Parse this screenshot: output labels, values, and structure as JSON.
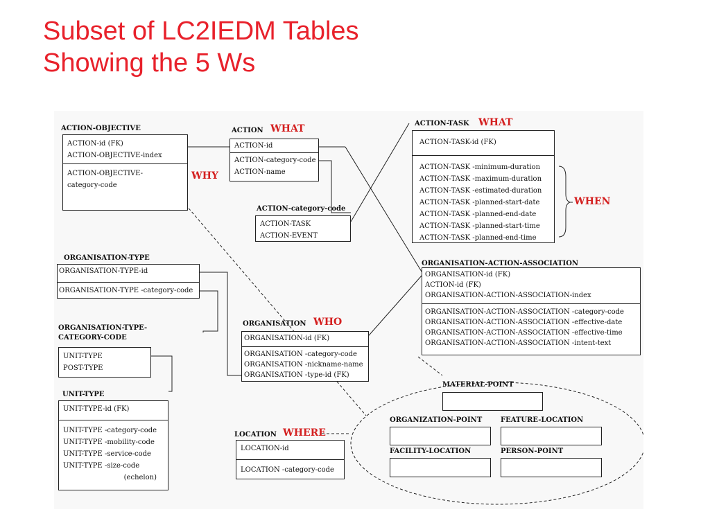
{
  "title": [
    "Subset of LC2IEDM Tables",
    "Showing the 5 Ws"
  ],
  "ws": {
    "what1": "WHAT",
    "what2": "WHAT",
    "why": "WHY",
    "when": "WHEN",
    "who": "WHO",
    "where": "WHERE"
  },
  "action_objective": {
    "name": "ACTION-OBJECTIVE",
    "keys": [
      "ACTION-id (FK)",
      "ACTION-OBJECTIVE-index"
    ],
    "attrs": [
      "ACTION-OBJECTIVE-",
      "category-code"
    ]
  },
  "action": {
    "name": "ACTION",
    "keys": [
      "ACTION-id"
    ],
    "attrs": [
      "ACTION-category-code",
      "ACTION-name"
    ]
  },
  "action_category_code": {
    "name": "ACTION-category-code",
    "values": [
      "ACTION-TASK",
      "ACTION-EVENT"
    ]
  },
  "action_task": {
    "name": "ACTION-TASK",
    "keys": [
      "ACTION-TASK-id (FK)"
    ],
    "attrs": [
      "ACTION-TASK -minimum-duration",
      "ACTION-TASK -maximum-duration",
      "ACTION-TASK -estimated-duration",
      "ACTION-TASK -planned-start-date",
      "ACTION-TASK -planned-end-date",
      "ACTION-TASK -planned-start-time",
      "ACTION-TASK -planned-end-time"
    ]
  },
  "organisation_type": {
    "name": "ORGANISATION-TYPE",
    "keys": [
      "ORGANISATION-TYPE-id"
    ],
    "attrs": [
      "ORGANISATION-TYPE -category-code"
    ]
  },
  "org_type_category_code": {
    "name": [
      "ORGANISATION-TYPE-",
      "CATEGORY-CODE"
    ],
    "values": [
      "UNIT-TYPE",
      "POST-TYPE"
    ]
  },
  "unit_type": {
    "name": "UNIT-TYPE",
    "keys": [
      "UNIT-TYPE-id (FK)"
    ],
    "attrs": [
      "UNIT-TYPE -category-code",
      "UNIT-TYPE -mobility-code",
      "UNIT-TYPE -service-code",
      "UNIT-TYPE -size-code",
      "(echelon)"
    ]
  },
  "organisation": {
    "name": "ORGANISATION",
    "keys": [
      "ORGANISATION-id (FK)"
    ],
    "attrs": [
      "ORGANISATION -category-code",
      "ORGANISATION -nickname-name",
      "ORGANISATION -type-id (FK)"
    ]
  },
  "org_action_assoc": {
    "name": "ORGANISATION-ACTION-ASSOCIATION",
    "keys": [
      "ORGANISATION-id (FK)",
      "ACTION-id (FK)",
      "ORGANISATION-ACTION-ASSOCIATION-index"
    ],
    "attrs": [
      "ORGANISATION-ACTION-ASSOCIATION -category-code",
      "ORGANISATION-ACTION-ASSOCIATION -effective-date",
      "ORGANISATION-ACTION-ASSOCIATION -effective-time",
      "ORGANISATION-ACTION-ASSOCIATION -intent-text"
    ]
  },
  "location": {
    "name": "LOCATION",
    "keys": [
      "LOCATION-id"
    ],
    "attrs": [
      "LOCATION -category-code"
    ]
  },
  "points": {
    "material": "MATERIAL-POINT",
    "organization": "ORGANIZATION-POINT",
    "feature": "FEATURE-LOCATION",
    "facility": "FACILITY-LOCATION",
    "person": "PERSON-POINT"
  }
}
